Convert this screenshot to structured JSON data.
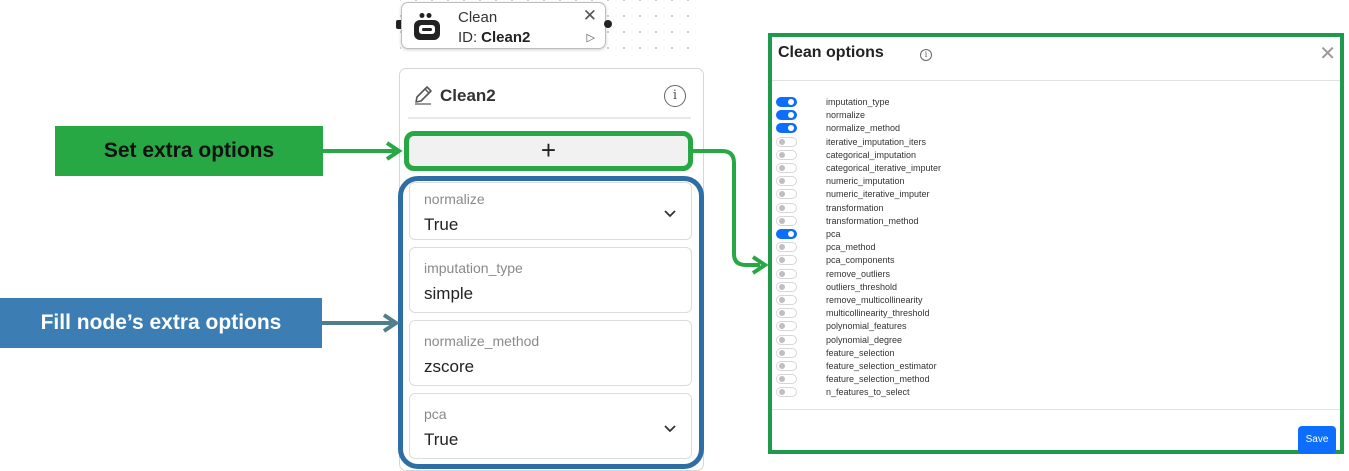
{
  "node_header": {
    "title": "Clean",
    "id_label": "ID:",
    "id_value": "Clean2",
    "icon": "robot-icon",
    "close_icon": "close-icon",
    "run_icon": "play-icon"
  },
  "node_panel": {
    "title": "Clean2",
    "edit_icon": "pencil-icon",
    "info_icon": "info-icon",
    "add_button_label": "+",
    "fields": [
      {
        "label": "normalize",
        "value": "True",
        "has_dropdown": true
      },
      {
        "label": "imputation_type",
        "value": "simple",
        "has_dropdown": false
      },
      {
        "label": "normalize_method",
        "value": "zscore",
        "has_dropdown": false
      },
      {
        "label": "pca",
        "value": "True",
        "has_dropdown": true
      }
    ]
  },
  "callouts": {
    "set_extra": "Set extra options",
    "fill_extra": "Fill node’s extra options"
  },
  "modal": {
    "title": "Clean options",
    "info_icon": "info-icon",
    "close_icon": "close-icon",
    "options": [
      {
        "label": "imputation_type",
        "enabled": true
      },
      {
        "label": "normalize",
        "enabled": true
      },
      {
        "label": "normalize_method",
        "enabled": true
      },
      {
        "label": "iterative_imputation_iters",
        "enabled": false
      },
      {
        "label": "categorical_imputation",
        "enabled": false
      },
      {
        "label": "categorical_iterative_imputer",
        "enabled": false
      },
      {
        "label": "numeric_imputation",
        "enabled": false
      },
      {
        "label": "numeric_iterative_imputer",
        "enabled": false
      },
      {
        "label": "transformation",
        "enabled": false
      },
      {
        "label": "transformation_method",
        "enabled": false
      },
      {
        "label": "pca",
        "enabled": true
      },
      {
        "label": "pca_method",
        "enabled": false
      },
      {
        "label": "pca_components",
        "enabled": false
      },
      {
        "label": "remove_outliers",
        "enabled": false
      },
      {
        "label": "outliers_threshold",
        "enabled": false
      },
      {
        "label": "remove_multicollinearity",
        "enabled": false
      },
      {
        "label": "multicollinearity_threshold",
        "enabled": false
      },
      {
        "label": "polynomial_features",
        "enabled": false
      },
      {
        "label": "polynomial_degree",
        "enabled": false
      },
      {
        "label": "feature_selection",
        "enabled": false
      },
      {
        "label": "feature_selection_estimator",
        "enabled": false
      },
      {
        "label": "feature_selection_method",
        "enabled": false
      },
      {
        "label": "n_features_to_select",
        "enabled": false
      }
    ],
    "save_label": "Save"
  },
  "colors": {
    "accent_green": "#28a745",
    "accent_blue": "#3c7db4",
    "toggle_on": "#0d6efd",
    "modal_border": "#1f9a4a"
  }
}
